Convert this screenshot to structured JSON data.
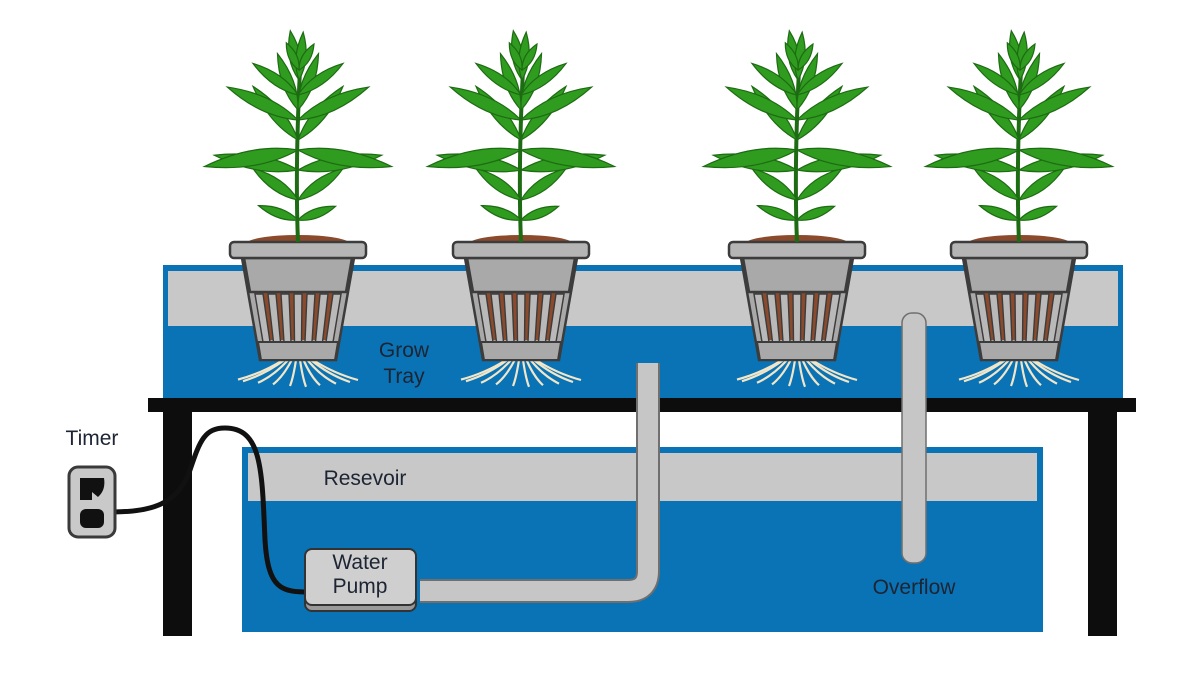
{
  "labels": {
    "grow_tray_line1": "Grow",
    "grow_tray_line2": "Tray",
    "reservoir": "Resevoir",
    "timer": "Timer",
    "pump_line1": "Water",
    "pump_line2": "Pump",
    "overflow": "Overflow"
  },
  "colors": {
    "water": "#0a73b5",
    "tray_border": "#1a7fc0",
    "gray_band": "#c8c8c8",
    "pot": "#a9a9a9",
    "pot_dark": "#3c3c3c",
    "soil": "#8b4a2b",
    "leaf": "#2f9b1f",
    "leaf_dark": "#1d6b12",
    "table": "#0d0d0d",
    "pipe": "#c6c6c6",
    "roots": "#f2e6c9"
  },
  "plants": {
    "count": 4
  }
}
